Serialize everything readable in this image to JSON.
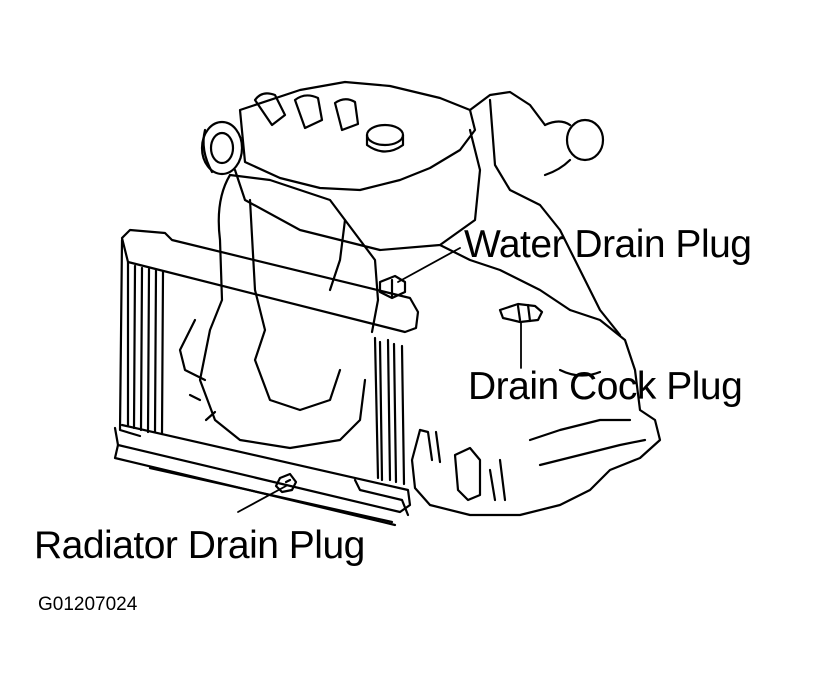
{
  "diagram": {
    "labels": {
      "water_drain_plug": "Water Drain Plug",
      "drain_cock_plug": "Drain Cock Plug",
      "radiator_drain_plug": "Radiator Drain Plug"
    },
    "figure_code": "G01207024"
  },
  "colors": {
    "ink": "#000000",
    "paper": "#ffffff"
  }
}
